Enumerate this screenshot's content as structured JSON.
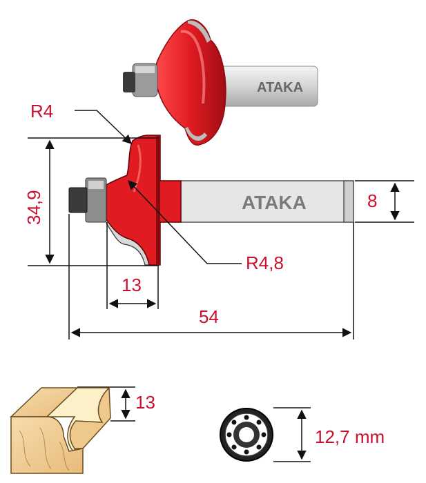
{
  "brand": "ATAKA",
  "labels": {
    "radius_top": "R4",
    "radius_bottom": "R4,8",
    "height": "34,9",
    "cut_width": "13",
    "total_length": "54",
    "shank_diameter": "8",
    "profile_depth": "13",
    "bearing_diameter": "12,7 mm"
  },
  "colors": {
    "dimension_red": "#c8102e",
    "cutter_red": "#e01b22",
    "line_black": "#111111",
    "shank_gray": "#dcdcdc",
    "wood": "#f3d19b"
  }
}
